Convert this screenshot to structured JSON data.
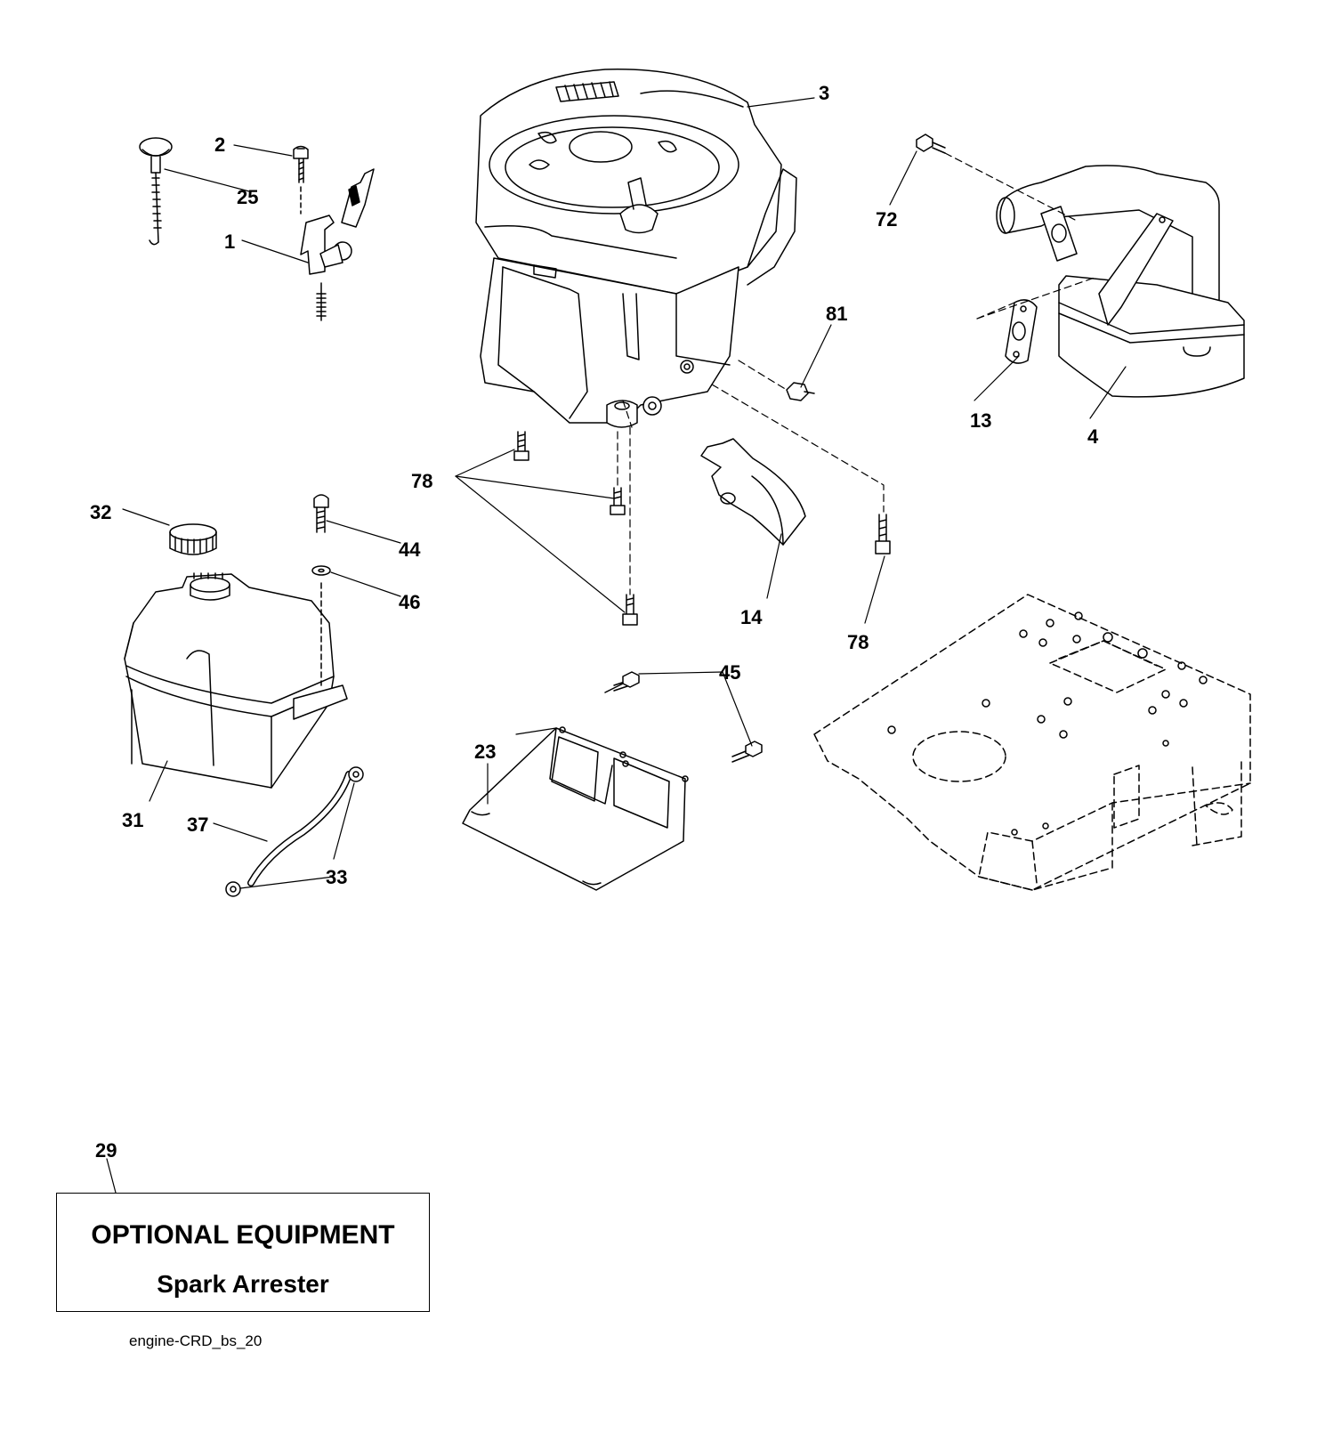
{
  "callouts": {
    "c3": "3",
    "c2": "2",
    "c25": "25",
    "c1": "1",
    "c72": "72",
    "c81": "81",
    "c13": "13",
    "c4": "4",
    "c78a": "78",
    "c32": "32",
    "c44": "44",
    "c46": "46",
    "c14": "14",
    "c78b": "78",
    "c45": "45",
    "c23": "23",
    "c31": "31",
    "c37": "37",
    "c33": "33",
    "c29": "29"
  },
  "optional_box": {
    "title": "OPTIONAL EQUIPMENT",
    "item": "Spark Arrester"
  },
  "diagram_code": "engine-CRD_bs_20",
  "colors": {
    "line": "#000000",
    "background": "#ffffff"
  }
}
